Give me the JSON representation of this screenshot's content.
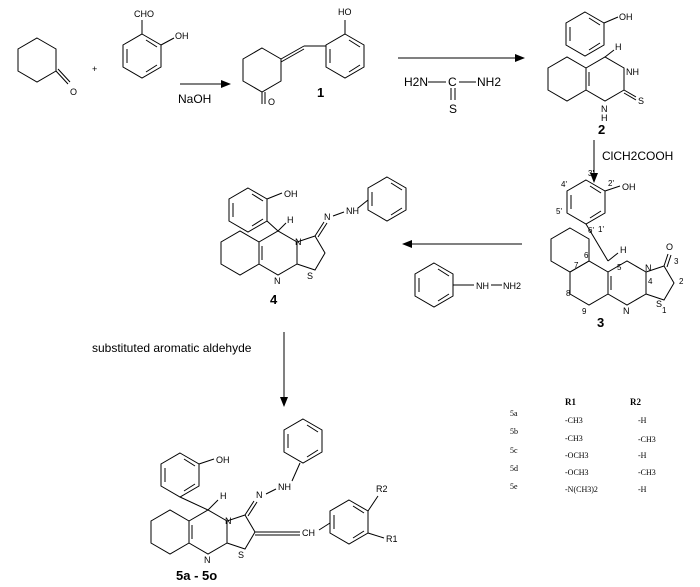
{
  "reactants": {
    "cyclohexanone": {
      "o": "O"
    },
    "plus": "+",
    "salicylaldehyde": {
      "cho": "CHO",
      "oh": "OH"
    }
  },
  "step1": {
    "reagent": "NaOH"
  },
  "compound1": {
    "label": "1",
    "oh": "HO",
    "o": "O"
  },
  "step2": {
    "reagent_h2n": "H2N",
    "reagent_c": "C",
    "reagent_nh2": "NH2",
    "reagent_s": "S"
  },
  "compound2": {
    "label": "2",
    "oh": "OH",
    "h": "H",
    "nh_top": "NH",
    "nh_bottom": "N",
    "nh_bottom_h": "H",
    "s": "S"
  },
  "step3": {
    "reagent": "ClCH2COOH"
  },
  "compound3": {
    "label": "3",
    "oh": "OH",
    "h": "H",
    "n": "N",
    "n_bottom": "N",
    "s": "S",
    "o": "O",
    "locants": [
      "1",
      "2",
      "3",
      "4",
      "5",
      "6",
      "7",
      "8",
      "9",
      "1'",
      "2'",
      "3'",
      "4'",
      "5'",
      "6'"
    ]
  },
  "step4": {
    "reagent_nh": "NH",
    "reagent_nh2": "NH2"
  },
  "compound4": {
    "label": "4",
    "oh": "OH",
    "h": "H",
    "n": "N",
    "n_bottom": "N",
    "s": "S",
    "n_hyd": "N",
    "nh_hyd": "NH"
  },
  "step5": {
    "reagent": "substituted aromatic aldehyde"
  },
  "compound5": {
    "label": "5a - 5o",
    "oh": "OH",
    "h": "H",
    "n": "N",
    "n_bottom": "N",
    "s": "S",
    "n_hyd": "N",
    "nh_hyd": "NH",
    "ch": "CH",
    "r1": "R1",
    "r2": "R2"
  },
  "substituent_table": {
    "header_r1": "R1",
    "header_r2": "R2",
    "rows": [
      {
        "id": "5a",
        "r1": "-CH3",
        "r2": "-H"
      },
      {
        "id": "5b",
        "r1": "-CH3",
        "r2": "-CH3"
      },
      {
        "id": "5c",
        "r1": "-OCH3",
        "r2": "-H"
      },
      {
        "id": "5d",
        "r1": "-OCH3",
        "r2": "-CH3"
      },
      {
        "id": "5e",
        "r1": "-N(CH3)2",
        "r2": "-H"
      }
    ]
  }
}
